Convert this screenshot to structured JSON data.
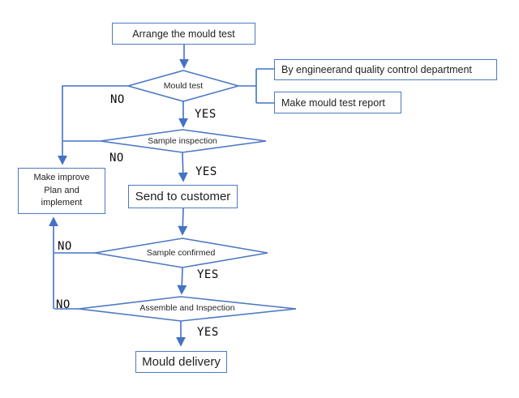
{
  "diagram": {
    "type": "flowchart",
    "colors": {
      "line": "#4472C4",
      "shape_border": "#4d79c2",
      "text": "#1f1f1f",
      "background": "#ffffff"
    },
    "nodes": {
      "arrange": {
        "label": "Arrange the mould test",
        "shape": "rect"
      },
      "mould_test": {
        "label": "Mould test",
        "shape": "diamond"
      },
      "by_engineer": {
        "label": "By engineerand quality control department",
        "shape": "rect"
      },
      "make_report": {
        "label": "Make mould test report",
        "shape": "rect"
      },
      "sample_inspection": {
        "label": "Sample inspection",
        "shape": "diamond"
      },
      "make_improve": {
        "label": "Make improve Plan and implement",
        "shape": "rect"
      },
      "send_customer": {
        "label": "Send to customer",
        "shape": "rect"
      },
      "sample_confirmed": {
        "label": "Sample confirmed",
        "shape": "diamond"
      },
      "assemble": {
        "label": "Assemble and Inspection",
        "shape": "diamond"
      },
      "delivery": {
        "label": "Mould delivery",
        "shape": "rect"
      }
    },
    "edge_labels": {
      "yes": "YES",
      "no": "NO"
    }
  }
}
